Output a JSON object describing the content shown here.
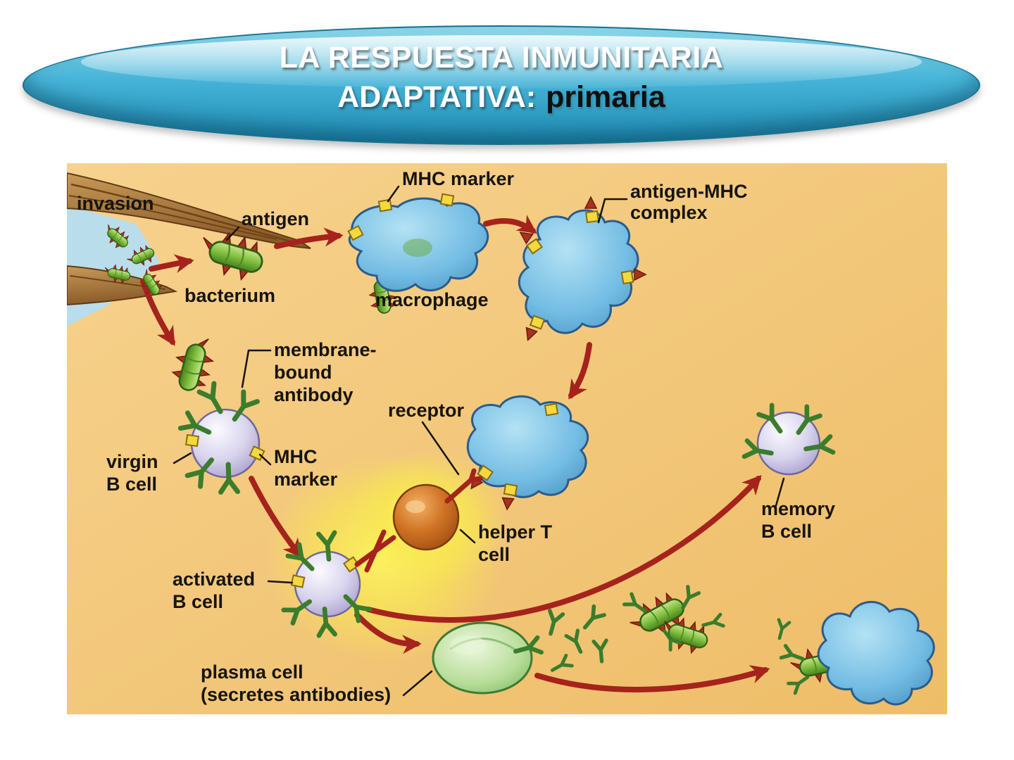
{
  "slide": {
    "title": {
      "line1": "LA RESPUESTA INMUNITARIA",
      "line2_highlight": "ADAPTATIVA:",
      "line2_emphasis": "primaria"
    }
  },
  "diagram": {
    "labels": {
      "invasion": "invasion",
      "antigen": "antigen",
      "bacterium": "bacterium",
      "mhc_marker_top": "MHC marker",
      "macrophage": "macrophage",
      "antigen_mhc_complex": [
        "antigen-MHC",
        "complex"
      ],
      "membrane_bound_antibody": [
        "membrane-",
        "bound",
        "antibody"
      ],
      "receptor": "receptor",
      "mhc_marker_b_cell": [
        "MHC",
        "marker"
      ],
      "virgin_b_cell": [
        "virgin",
        "B cell"
      ],
      "helper_t_cell": [
        "helper T",
        "cell"
      ],
      "activated_b_cell": [
        "activated",
        "B cell"
      ],
      "memory_b_cell": [
        "memory",
        "B cell"
      ],
      "plasma_cell": [
        "plasma cell",
        "(secretes antibodies)"
      ]
    },
    "colors": {
      "background_tan": "#f2c57a",
      "macrophage_blue": "#74bde4",
      "bacterium_green": "#7fbf3f",
      "antigen_red": "#a8321e",
      "mhc_yellow": "#f4d93e",
      "b_cell_lavender": "#d9d4ee",
      "helper_t_orange": "#d07325",
      "plasma_cell_green": "#b7dd99",
      "antibody_green": "#3a7d2c",
      "arrow_red": "#a5231c",
      "activation_glow_yellow": "#f8ea4e",
      "title_ellipse_teal": "#2a9cc4",
      "wood_brown": "#8a5a28"
    }
  }
}
